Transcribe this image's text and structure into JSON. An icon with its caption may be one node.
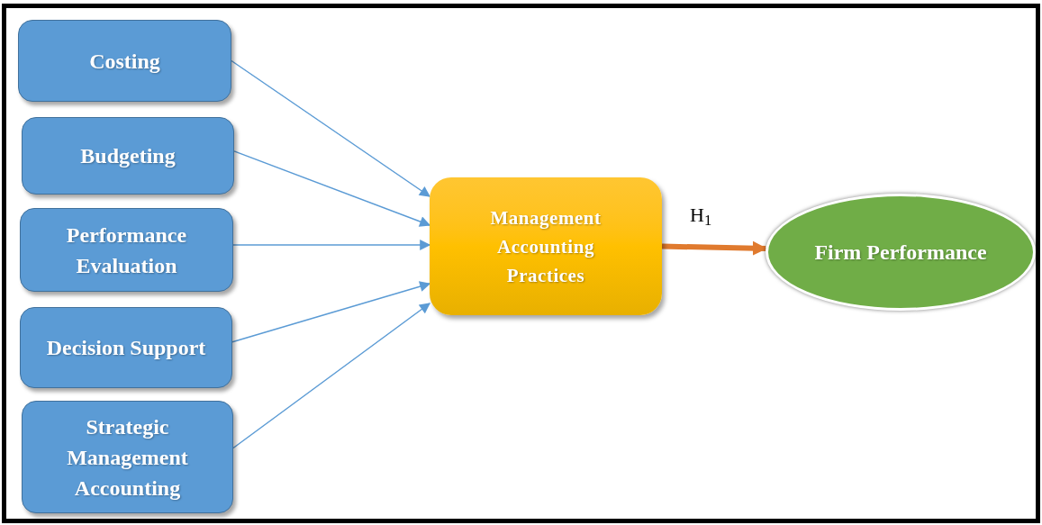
{
  "diagram": {
    "nodes": [
      {
        "text": [
          "Costing"
        ]
      },
      {
        "text": [
          "Budgeting"
        ]
      },
      {
        "text": [
          "Performance Evaluation"
        ]
      },
      {
        "text": [
          "Decision Support"
        ]
      },
      {
        "text": [
          "Strategic Management Accounting"
        ]
      },
      {
        "text": [
          "Management Accounting Practices"
        ]
      },
      {
        "text": [
          "Firm Performance"
        ]
      }
    ],
    "edges": [
      {
        "from": 0,
        "to": 5,
        "arrow": "to"
      },
      {
        "from": 1,
        "to": 5,
        "arrow": "to"
      },
      {
        "from": 2,
        "to": 5,
        "arrow": "to"
      },
      {
        "from": 3,
        "to": 5,
        "arrow": "to"
      },
      {
        "from": 4,
        "to": 5,
        "arrow": "to"
      },
      {
        "from": 5,
        "to": 6,
        "arrow": "to",
        "label": "H$_{1}$",
        "style": "thick",
        "color": "#e07a2e"
      }
    ]
  }
}
